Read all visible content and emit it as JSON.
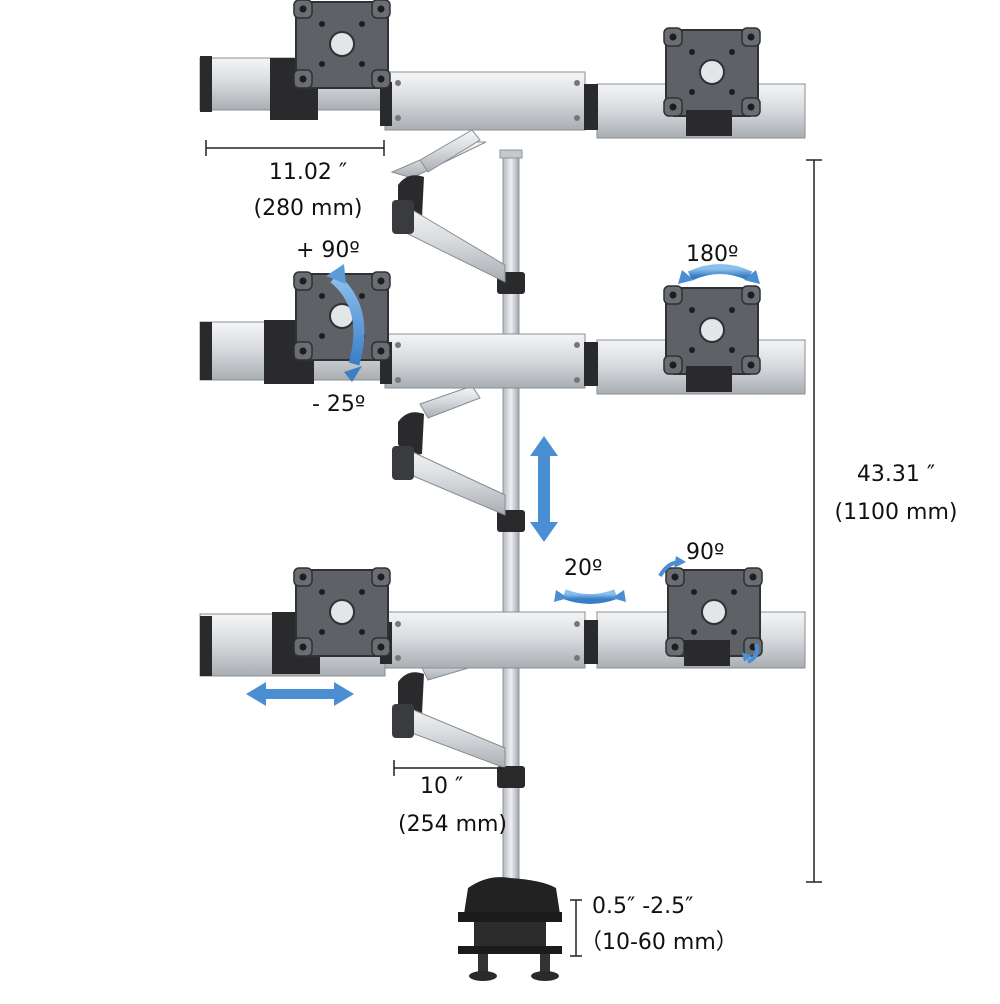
{
  "dimensions": {
    "arm_extension": {
      "inch": "11.02 ″",
      "mm": "(280 mm)"
    },
    "arm_length": {
      "inch": "10 ″",
      "mm": "(254 mm)"
    },
    "pole_height": {
      "inch": "43.31 ″",
      "mm": "(1100 mm)"
    },
    "clamp_range": {
      "inch": "0.5″ -2.5″",
      "mm": "（10-60 mm）"
    }
  },
  "adjustments": {
    "tilt_up": "+ 90º",
    "tilt_down": "- 25º",
    "swivel": "180º",
    "pan": "20º",
    "rotation": "90º"
  },
  "colors": {
    "aluminum": "#d9dcdf",
    "aluminum_dark": "#a9aeb3",
    "black_part": "#2a2a2c",
    "arrow_blue": "#4a8fd4",
    "dimension_line": "#222222"
  },
  "monitor_count": 6,
  "tiers": 3
}
